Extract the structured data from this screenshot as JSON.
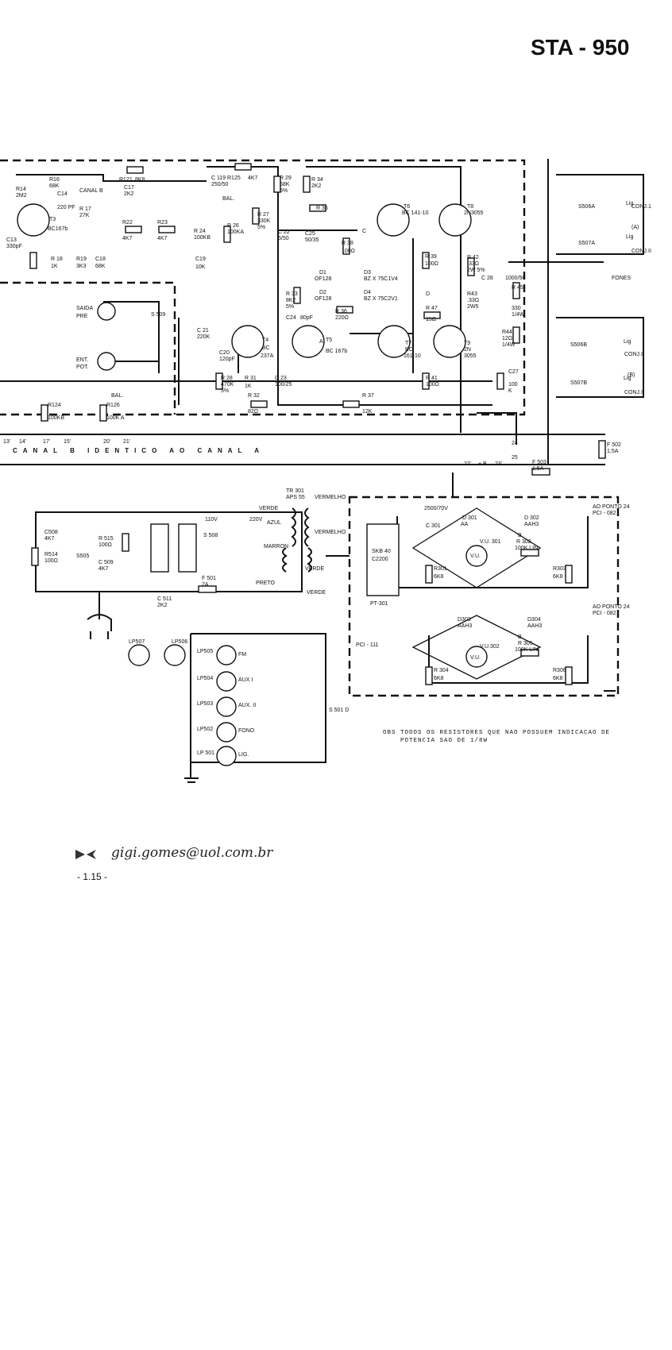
{
  "header": {
    "title": "STA - 950"
  },
  "labels": {
    "r16": "R16",
    "r16v": "68K",
    "canal_b": "CANAL B",
    "r121": "R121",
    "r121v": "8K8",
    "r125": "R125",
    "r125v": "4K7",
    "c119": "C 119",
    "c119v": "250/50",
    "r29": "R 29",
    "r29v": "68K",
    "r29t": "5%",
    "r34": "R 34",
    "r34v": "2K2",
    "r14": "R14",
    "r14v": "2M2",
    "c14": "C14",
    "c14v": "220 PF",
    "t3": "T3",
    "t3v": "BC167b",
    "r17": "R 17",
    "r17v": "27K",
    "c17": "C17",
    "c17v": "2K2",
    "r22": "R22",
    "r22v": "4K7",
    "r23": "R23",
    "r23v": "4K7",
    "r24": "R 24",
    "r24v": "100KB",
    "bal": "BAL.",
    "r26": "R 26",
    "r26v": "100KA",
    "r27": "R 27",
    "r27v": "330K",
    "r27t": "5%",
    "c22": "C 22",
    "c22v": "5/50",
    "c13": "C13",
    "c13v": "330pF",
    "r18": "R 18",
    "r18v": "1K",
    "r19": "R19",
    "r19v": "3K3",
    "c18": "C18",
    "c18v": "68K",
    "c19": "C19",
    "c19v": "10K",
    "t6": "T6",
    "t6v": "BC 141-10",
    "t8": "T8",
    "t8v": "2N3055",
    "r35": "R 35",
    "r38": "R 38",
    "r38v": "100Ω",
    "c25": "C25",
    "c25v": "50/35",
    "r39": "R 39",
    "r39v": "100Ω",
    "r42": "R 42",
    "r42v": ".33Ω",
    "r42t": "2W 5%",
    "c28": "C 28",
    "c28v": "1000/50",
    "d1": "D1",
    "d1v": "OF128",
    "d2": "D2",
    "d2v": "OF128",
    "d3": "D3",
    "d3v": "BZ X 75C1V4",
    "d4": "D4",
    "d4v": "BZ X 75C2V1",
    "r33": "R 33",
    "r33v": "8K2",
    "r33t": "5%",
    "r36": "R 36",
    "r36v": "220Ω",
    "r47": "R 47",
    "r47v": "15Ω",
    "r43": "R43",
    "r43v": ".33Ω",
    "r43t": "2W5",
    "r45": "R 45",
    "r45v": "330",
    "r45t": "1/4W",
    "saida": "SAIDA",
    "pre": "PRE",
    "s509": "S 509",
    "ent": "ENT.",
    "pot": "POT.",
    "c21": "C 21",
    "c21v": "220K",
    "c24": "C24",
    "c24v": "80pF",
    "t4": "T4",
    "t4v": "BC",
    "t4w": "237A",
    "t5": "T5",
    "t5v": "BC 167b",
    "t7": "T7",
    "t7v": "BC",
    "t7w": "161-10",
    "t9": "T9",
    "t9v": "2N",
    "t9w": "3055",
    "c20": "C20",
    "c20v": "120pF",
    "r28": "R 28",
    "r28v": "470K",
    "r28t": "5%",
    "r31": "R 31",
    "r31v": "1K",
    "c23": "C 23",
    "c23v": "100/25",
    "r41": "R 41",
    "r41v": "100Ω",
    "r44": "R44",
    "r44v": "12Ω",
    "r44t": "1/4W",
    "c27": "C27",
    "c27v": "100",
    "c27w": "K",
    "r32": "R 32",
    "r32v": "82Ω",
    "r37": "R 37",
    "r37v": "12K",
    "r124": "R124",
    "r124v": "100KB",
    "r126": "R126",
    "r126v": "100K A",
    "s506a": "S506A",
    "s507a": "S507A",
    "s506b": "S506B",
    "s507b": "S507B",
    "lig": "Lig",
    "conj1": "CONJ.1",
    "conj2": "CONJ.II",
    "conj3": "CONJ.I",
    "conj4": "CONJ.II",
    "a": "(A)",
    "b": "(B)",
    "fones": "FONES",
    "canal_text": "CANAL B IDENTICO AO CANAL A",
    "n13": "13'",
    "n14": "14'",
    "n17": "17'",
    "n15": "15'",
    "n20": "20'",
    "n21": "21'",
    "n22": "22'",
    "n23": "23'",
    "n24": "24",
    "n25": "25",
    "plus_b": "+ B",
    "f502": "F 502",
    "f502v": "1,5A",
    "f503": "F 503",
    "f503v": "1,5A",
    "tr301": "TR 301",
    "tr301v": "APS 55",
    "vermelho": "VERMELHO",
    "verde": "VERDE",
    "azul": "AZUL",
    "marron": "MARRON",
    "preto": "PRETO",
    "v110": "110V",
    "v220": "220V",
    "s508": "S 508",
    "f501": "F 501",
    "f501v": "2A",
    "c508": "C508",
    "c508v": "4K7",
    "r514": "R514",
    "r514v": "100Ω",
    "s505": "S505",
    "r515": "R 515",
    "r515v": "100Ω",
    "c509": "C 509",
    "c509v": "4K7",
    "c511": "C 511",
    "c511v": "2K2",
    "c301": "C 301",
    "c301v": "2500/70V",
    "skb": "SKB 40",
    "skbv": "C2200",
    "pt301": "PT-301",
    "pci": "PCI - 111",
    "ao24": "AO PONTO 24",
    "pci082": "PCI - 082",
    "d301": "D 301",
    "d301v": "AA",
    "d302": "D 302",
    "d302v": "AAH3",
    "r302": "R 302",
    "r302v": "100K LIN",
    "vu301": "V.U. 301",
    "vu": "V.U.",
    "r301": "R301",
    "r301v": "6K8",
    "r303": "R303",
    "r303v": "6K8",
    "d303": "D303",
    "d303v": "AAH3",
    "d304": "D304",
    "d304v": "AAH3",
    "vu302": "V.U.302",
    "r305": "R 305",
    "r305v": "100K LIN",
    "r304": "R 304",
    "r304v": "6K8",
    "r306": "R306",
    "r306v": "6K8",
    "lp507": "LP507",
    "lp506": "LP506",
    "lp505": "LP505",
    "lp504": "LP504",
    "lp503": "LP503",
    "lp502": "LP502",
    "lp501": "LP 501",
    "fm": "FM",
    "aux1": "AUX I",
    "aux2": "AUX. II",
    "fono": "FONO",
    "ligv": "LIG.",
    "s501d": "S 501 D",
    "obs1": "OBS  TODOS  OS  RESISTORES  QUE NAO  POSSUEM  INDICACAO  DE",
    "obs2": "POTENCIA  SAO  DE  1/8W",
    "ca": "A",
    "cb": "B",
    "cc": "C",
    "cd": "D"
  },
  "footer": {
    "email": "gigi.gomes@uol.com.br",
    "page": "- 1.15 -"
  }
}
